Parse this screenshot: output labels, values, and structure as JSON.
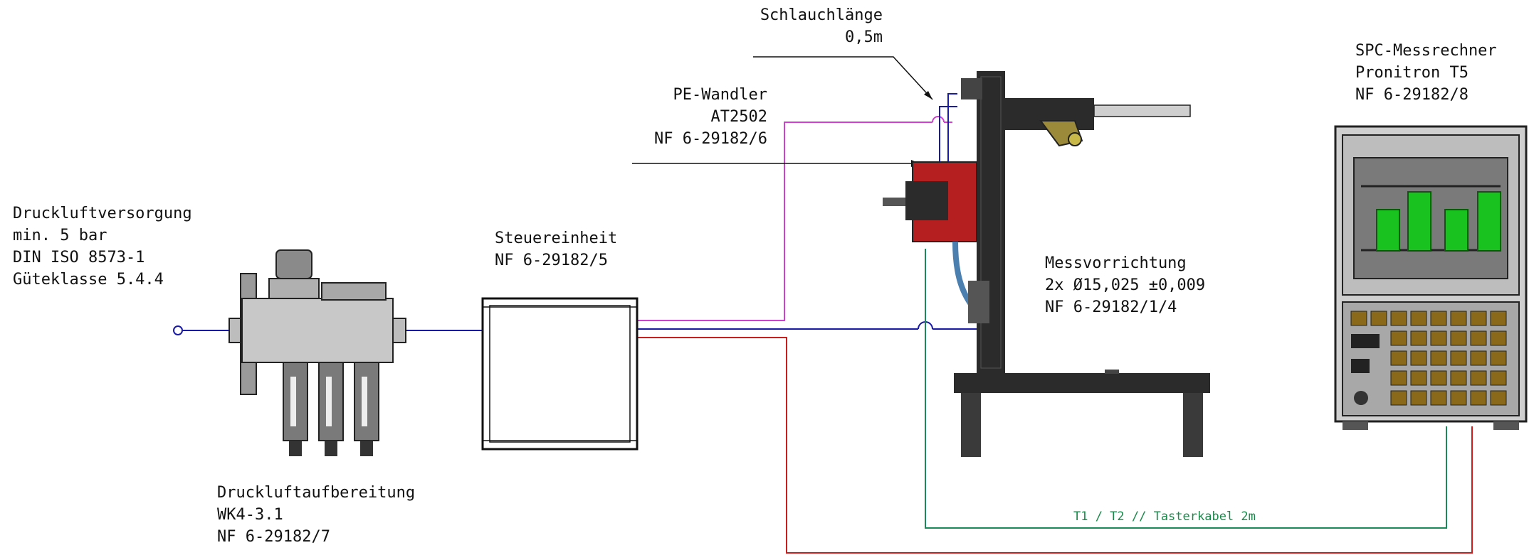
{
  "labels": {
    "air_supply": [
      "Druckluftversorgung",
      "min. 5 bar",
      "DIN ISO 8573-1",
      "Güteklasse 5.4.4"
    ],
    "air_preparation": [
      "Druckluftaufbereitung",
      "WK4-3.1",
      "NF 6-29182/7"
    ],
    "control_unit": [
      "Steuereinheit",
      "NF 6-29182/5"
    ],
    "pe_converter": [
      "PE-Wandler",
      "AT2502",
      "NF 6-29182/6"
    ],
    "hose_length": [
      "Schlauchlänge",
      "0,5m"
    ],
    "measuring_device": [
      "Messvorrichtung",
      "2x Ø15,025 ±0,009",
      "NF 6-29182/1/4"
    ],
    "spc_computer": [
      "SPC-Messrechner",
      "Pronitron T5",
      "NF 6-29182/8"
    ],
    "probe_cable": "T1 / T2 // Tasterkabel 2m"
  },
  "colors": {
    "air_line": "#1a1aa8",
    "signal_line": "#d040d0",
    "power_line": "#c81e1e",
    "probe_line": "#1a8a5a",
    "device_dark": "#2b2b2b",
    "device_gray": "#9a9a9a",
    "pe_red": "#b51f1f",
    "spc_bar_green": "#19c21e",
    "spc_keys": "#8a6a1a"
  }
}
